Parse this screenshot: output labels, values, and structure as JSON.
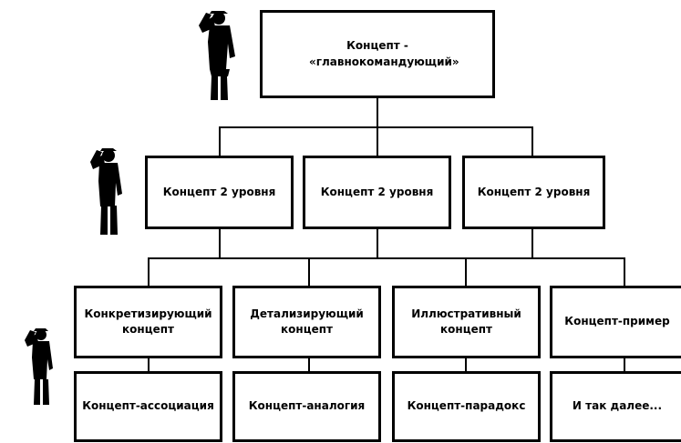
{
  "diagram": {
    "top": {
      "label": "Концепт - «главнокомандующий»"
    },
    "level2": [
      {
        "label": "Концепт 2 уровня"
      },
      {
        "label": "Концепт 2 уровня"
      },
      {
        "label": "Концепт 2 уровня"
      }
    ],
    "level3_row1": [
      {
        "label": "Конкретизирующий концепт"
      },
      {
        "label": "Детализирующий концепт"
      },
      {
        "label": "Иллюстративный концепт"
      },
      {
        "label": "Концепт-пример"
      }
    ],
    "level3_row2": [
      {
        "label": "Концепт-ассоциация"
      },
      {
        "label": "Концепт-аналогия"
      },
      {
        "label": "Концепт-парадокс"
      },
      {
        "label": "И так далее..."
      }
    ]
  },
  "icons": {
    "level1": "saluting-soldier-icon",
    "level2": "saluting-soldier-icon",
    "level3": "saluting-soldier-icon"
  },
  "colors": {
    "stroke": "#000000",
    "fill": "#ffffff"
  }
}
